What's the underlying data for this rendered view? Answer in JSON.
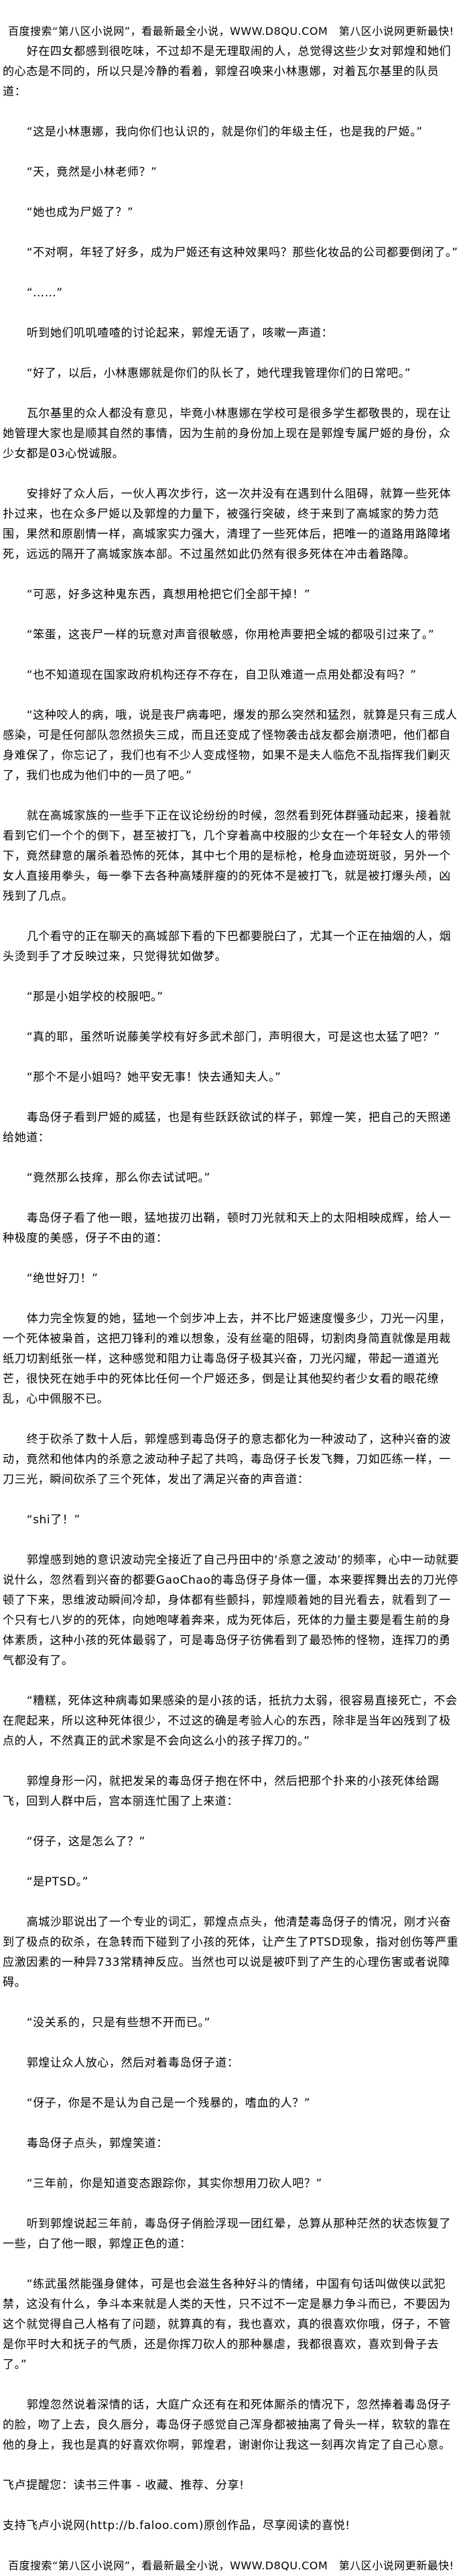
{
  "header_banner": "百度搜索“第八区小说网”，看最新最全小说，WWW.D8QU.COM　第八区小说网更新最快!",
  "paragraphs": [
    "好在四女都感到很吃味，不过却不是无理取闹的人，总觉得这些少女对郭煌和她们的心态是不同的，所以只是冷静的看着，郭煌召唤来小林惠娜，对着瓦尔基里的队员道：",
    "“这是小林惠娜，我向你们也认识的，就是你们的年级主任，也是我的尸姬。”",
    "“天，竟然是小林老师？”",
    "“她也成为尸姬了？”",
    "“不对啊，年轻了好多，成为尸姬还有这种效果吗？那些化妆品的公司都要倒闭了。”",
    "“……”",
    "听到她们叽叽喳喳的讨论起来，郭煌无语了，咳嗽一声道：",
    "“好了，以后，小林惠娜就是你们的队长了，她代理我管理你们的日常吧。”",
    "瓦尔基里的众人都没有意见，毕竟小林惠娜在学校可是很多学生都敬畏的，现在让她管理大家也是顺其自然的事情，因为生前的身份加上现在是郭煌专属尸姬的身份，众少女都是03心悦诚服。",
    "安排好了众人后，一伙人再次步行，这一次并没有在遇到什么阻碍，就算一些死体扑过来，也在众多尸姬以及郭煌的力量下，被强行突破，终于来到了高城家的势力范围，果然和原剧情一样，高城家实力强大，清理了一些死体后，把唯一的道路用路障堵死，远远的隔开了高城家族本部。不过虽然如此仍然有很多死体在冲击着路障。",
    "“可恶，好多这种鬼东西，真想用枪把它们全部干掉！”",
    "“笨蛋，这丧尸一样的玩意对声音很敏感，你用枪声要把全城的都吸引过来了。”",
    "“也不知道现在国家政府机构还存不存在，自卫队难道一点用处都没有吗？”",
    "“这种咬人的病，哦，说是丧尸病毒吧，爆发的那么突然和猛烈，就算是只有三成人感染，可是任何部队忽然损失三成，而且还变成了怪物袭击战友都会崩溃吧，他们都自身难保了，你忘记了，我们也有不少人变成怪物，如果不是夫人临危不乱指挥我们剿灭了，我们也成为他们中的一员了吧。”",
    "就在高城家族的一些手下正在议论纷纷的时候，忽然看到死体群骚动起来，接着就看到它们一个个的倒下，甚至被打飞，几个穿着高中校服的少女在一个年轻女人的带领下，竟然肆意的屠杀着恐怖的死体，其中七个用的是标枪，枪身血迹斑斑驳，另外一个女人直接用拳头，每一拳下去各种高矮胖瘦的的死体不是被打飞，就是被打爆头颅，凶残到了几点。",
    "几个看守的正在聊天的高城部下看的下巴都要脱臼了，尤其一个正在抽烟的人，烟头烫到手了才反映过来，只觉得犹如做梦。",
    "“那是小姐学校的校服吧。”",
    "“真的耶，虽然听说藤美学校有好多武术部门，声明很大，可是这也太猛了吧？”",
    "“那个不是小姐吗？她平安无事！快去通知夫人。”",
    "毒岛伢子看到尸姬的威猛，也是有些跃跃欲试的样子，郭煌一笑，把自己的天照递给她道：",
    "“竟然那么技痒，那么你去试试吧。”",
    "毒岛伢子看了他一眼，猛地拔刃出鞘，顿时刀光就和天上的太阳相映成辉，给人一种极度的美感，伢子不由的道：",
    "“绝世好刀！”",
    "体力完全恢复的她，猛地一个剑步冲上去，并不比尸姬速度慢多少，刀光一闪里，一个死体被枭首，这把刀锋利的难以想象，没有丝毫的阻碍，切割肉身简直就像是用裁纸刀切割纸张一样，这种感觉和阻力让毒岛伢子极其兴奋，刀光闪耀，带起一道道光芒，很快死在她手中的死体比任何一个尸姬还多，倒是让其他契约者少女看的眼花缭乱，心中佩服不已。",
    "终于砍杀了数十人后，郭煌感到毒岛伢子的意志都化为一种波动了，这种兴奋的波动，竟然和他体内的杀意之波动种子起了共鸣，毒岛伢子长发飞舞，刀如匹练一样，一刀三光，瞬间砍杀了三个死体，发出了满足兴奋的声音道：",
    "“shi了！”",
    "郭煌感到她的意识波动完全接近了自己丹田中的‘杀意之波动’的频率，心中一动就要说什么，忽然看到兴奋的都要GaoChao的毒岛伢子身体一僵，本来要挥舞出去的刀光停顿了下来，思维波动瞬间冷却，身体都有些颤抖，郭煌顺着她的目光看去，就看到了一个只有七八岁的的死体，向她咆哮着奔来，成为死体后，死体的力量主要是看生前的身体素质，这种小孩的死体最弱了，可是毒岛伢子彷佛看到了最恐怖的怪物，连挥刀的勇气都没有了。",
    "“糟糕，死体这种病毒如果感染的是小孩的话，抵抗力太弱，很容易直接死亡，不会在爬起来，所以这种死体很少，不过这的确是考验人心的东西，除非是当年凶残到了极点的人，不然真正的武术家是不会向这么小的孩子挥刀的。”",
    "郭煌身形一闪，就把发呆的毒岛伢子抱在怀中，然后把那个扑来的小孩死体给踢飞，回到人群中后，宫本丽连忙围了上来道：",
    "“伢子，这是怎么了？”",
    "“是PTSD。”",
    "高城沙耶说出了一个专业的词汇，郭煌点点头，他清楚毒岛伢子的情况，刚才兴奋到了极点的砍杀，在急转而下碰到了小孩的死体，让产生了PTSD现象，指对创伤等严重应激因素的一种异733常精神反应。当然也可以说是被吓到了产生的心理伤害或者说障碍。",
    "“没关系的，只是有些想不开而已。”",
    "郭煌让众人放心，然后对着毒岛伢子道：",
    "“伢子，你是不是认为自己是一个残暴的，嗜血的人？”",
    "毒岛伢子点头，郭煌笑道：",
    "“三年前，你是知道变态跟踪你，其实你想用刀砍人吧？”",
    "听到郭煌说起三年前，毒岛伢子俏脸浮现一团红晕，总算从那种茫然的状态恢复了一些，白了他一眼，郭煌正色的道：",
    "“练武虽然能强身健体，可是也会滋生各种好斗的情绪，中国有句话叫做侠以武犯禁，这没有什么，争斗本来就是人类的天性，只不过不一定是暴力争斗而已，不要因为这个就觉得自己人格有了问题，就算真的有，我也喜欢，真的很喜欢你哦，伢子，不管是你平时大和抚子的气质，还是你挥刀砍人的那种暴虐，我都很喜欢，喜欢到骨子去了。”",
    "郭煌忽然说着深情的话，大庭广众还有在和死体厮杀的情况下，忽然捧着毒岛伢子的脸，吻了上去，良久唇分，毒岛伢子感觉自己浑身都被抽离了骨头一样，软软的靠在他的身上，我也是真的好喜欢你啊，郭煌君，谢谢你让我这一刻再次肯定了自己心意。"
  ],
  "reminder": "飞卢提醒您：读书三件事 - 收藏、推荐、分享!",
  "support_note": "支持飞卢小说网(http://b.faloo.com)原创作品，尽享阅读的喜悦!",
  "footer_banner": "百度搜索“第八区小说网”，看最新最全小说，WWW.D8QU.COM　第八区小说网更新最快!"
}
